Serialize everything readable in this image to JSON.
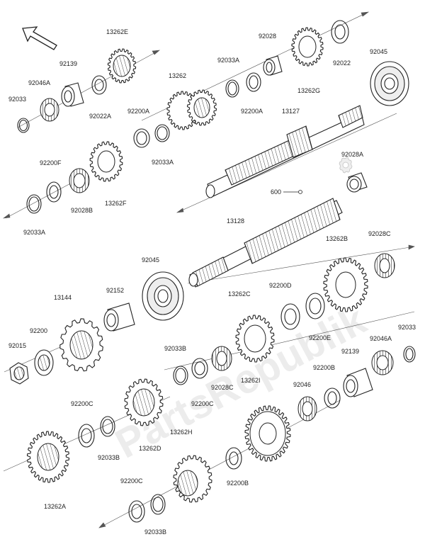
{
  "watermark": "PartsRepublik",
  "labels": {
    "l13262E": "13262E",
    "l92139a": "92139",
    "l92046A_a": "92046A",
    "l92033a": "92033",
    "l92022A": "92022A",
    "l92033A_a": "92033A",
    "l13262": "13262",
    "l92028": "92028",
    "l13262G": "13262G",
    "l92022": "92022",
    "l92045a": "92045",
    "l92200A_a": "92200A",
    "l92200A_b": "92200A",
    "l13127": "13127",
    "l92033A_b": "92033A",
    "l92200F": "92200F",
    "l13262F": "13262F",
    "l92028B": "92028B",
    "l92028A": "92028A",
    "l92033A_c": "92033A",
    "l600": "600",
    "l13128": "13128",
    "l13262B": "13262B",
    "l92028C_a": "92028C",
    "l92045b": "92045",
    "l92152": "92152",
    "l13144": "13144",
    "l92200D": "92200D",
    "l13262C": "13262C",
    "l92200": "92200",
    "l92200E": "92200E",
    "l92015": "92015",
    "l92033B_a": "92033B",
    "l92046A_b": "92046A",
    "l92033b": "92033",
    "l92139b": "92139",
    "l92028C_b": "92028C",
    "l92200C_a": "92200C",
    "l13262I": "13262I",
    "l92200B_a": "92200B",
    "l92046": "92046",
    "l92200C_b": "92200C",
    "l92033B_b": "92033B",
    "l13262D": "13262D",
    "l13262H": "13262H",
    "l13262A": "13262A",
    "l92200B_b": "92200B",
    "l92200C_c": "92200C",
    "l92033B_c": "92033B"
  }
}
